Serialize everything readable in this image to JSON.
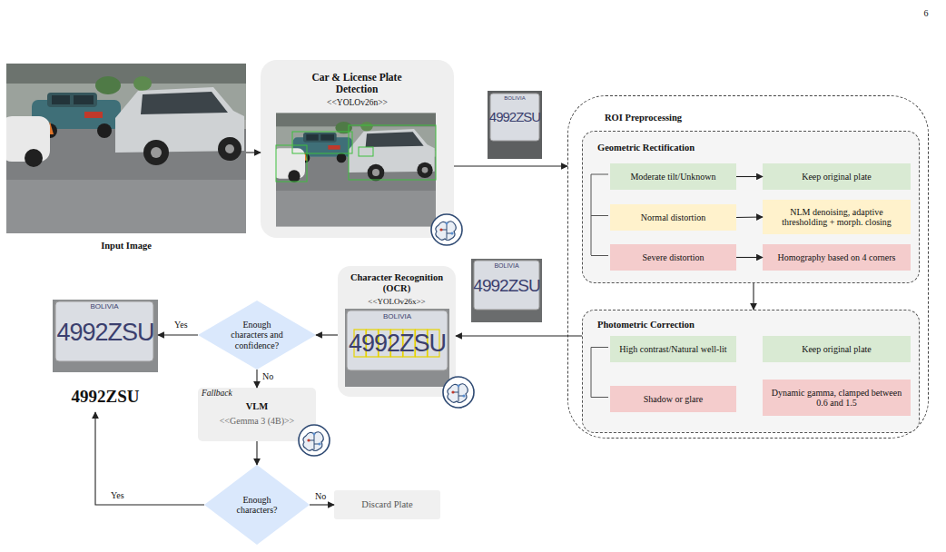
{
  "diagram": {
    "nodes": [
      {
        "text": [
          "Input Image"
        ]
      },
      {
        "text": [
          "Car & License Plate Detection",
          "<<YOLOv26n>>"
        ]
      },
      {
        "text": [
          "ROI Preprocessing"
        ]
      },
      {
        "text": [
          "Geometric Rectification"
        ],
        "in": 2
      },
      {
        "text": [
          "Moderate tilt/Unknown"
        ],
        "in": 3
      },
      {
        "text": [
          "Keep original plate"
        ],
        "in": 3
      },
      {
        "text": [
          "Normal distortion"
        ],
        "in": 3
      },
      {
        "text": [
          "NLM denoising, adaptive thresholding + morph. closing"
        ],
        "in": 3
      },
      {
        "text": [
          "Severe distortion"
        ],
        "in": 3
      },
      {
        "text": [
          "Homography based on 4 corners"
        ],
        "in": 3
      },
      {
        "text": [
          "Photometric Correction"
        ],
        "in": 2
      },
      {
        "text": [
          "High contrast/Natural well-lit"
        ],
        "in": 10
      },
      {
        "text": [
          "Keep original plate"
        ],
        "in": 10
      },
      {
        "text": [
          "Shadow or glare"
        ],
        "in": 10
      },
      {
        "text": [
          "Dynamic gamma, clamped between 0.6 and 1.5"
        ],
        "in": 10
      },
      {
        "text": [
          "Character Recognition (OCR)",
          "<<YOLOv26x>>"
        ]
      },
      {
        "text": [
          "Enough characters and confidence?"
        ]
      },
      {
        "text": [
          "4992ZSU"
        ]
      },
      {
        "text": [
          "Fallback",
          "VLM",
          "<<Gemma 3 (4B)>>"
        ]
      },
      {
        "text": [
          "Enough characters?"
        ]
      },
      {
        "text": [
          "Discard Plate"
        ]
      }
    ],
    "edges": [
      {
        "from": 0,
        "to": 1,
        "arrow": "to"
      },
      {
        "from": 1,
        "to": 2,
        "arrow": "to"
      },
      {
        "from": 4,
        "to": 5,
        "arrow": "to"
      },
      {
        "from": 6,
        "to": 7,
        "arrow": "to"
      },
      {
        "from": 8,
        "to": 9,
        "arrow": "to"
      },
      {
        "from": 3,
        "to": 10,
        "arrow": "to"
      },
      {
        "from": 10,
        "to": 15,
        "arrow": "to"
      },
      {
        "from": 15,
        "to": 16,
        "arrow": "to"
      },
      {
        "from": 16,
        "to": 17,
        "label": "Yes",
        "arrow": "to"
      },
      {
        "from": 16,
        "to": 18,
        "label": "No",
        "arrow": "to"
      },
      {
        "from": 18,
        "to": 19,
        "arrow": "to"
      },
      {
        "from": 19,
        "to": 17,
        "label": "Yes",
        "arrow": "to"
      },
      {
        "from": 19,
        "to": 20,
        "label": "No",
        "arrow": "to"
      }
    ],
    "labels": [
      "6",
      "BOLIVIA",
      "4992ZSU",
      "BOLIVIA",
      "4992ZSU",
      "BOLIVIA",
      "4992ZSU",
      "BOLIVIA",
      "4992ZSU"
    ]
  }
}
